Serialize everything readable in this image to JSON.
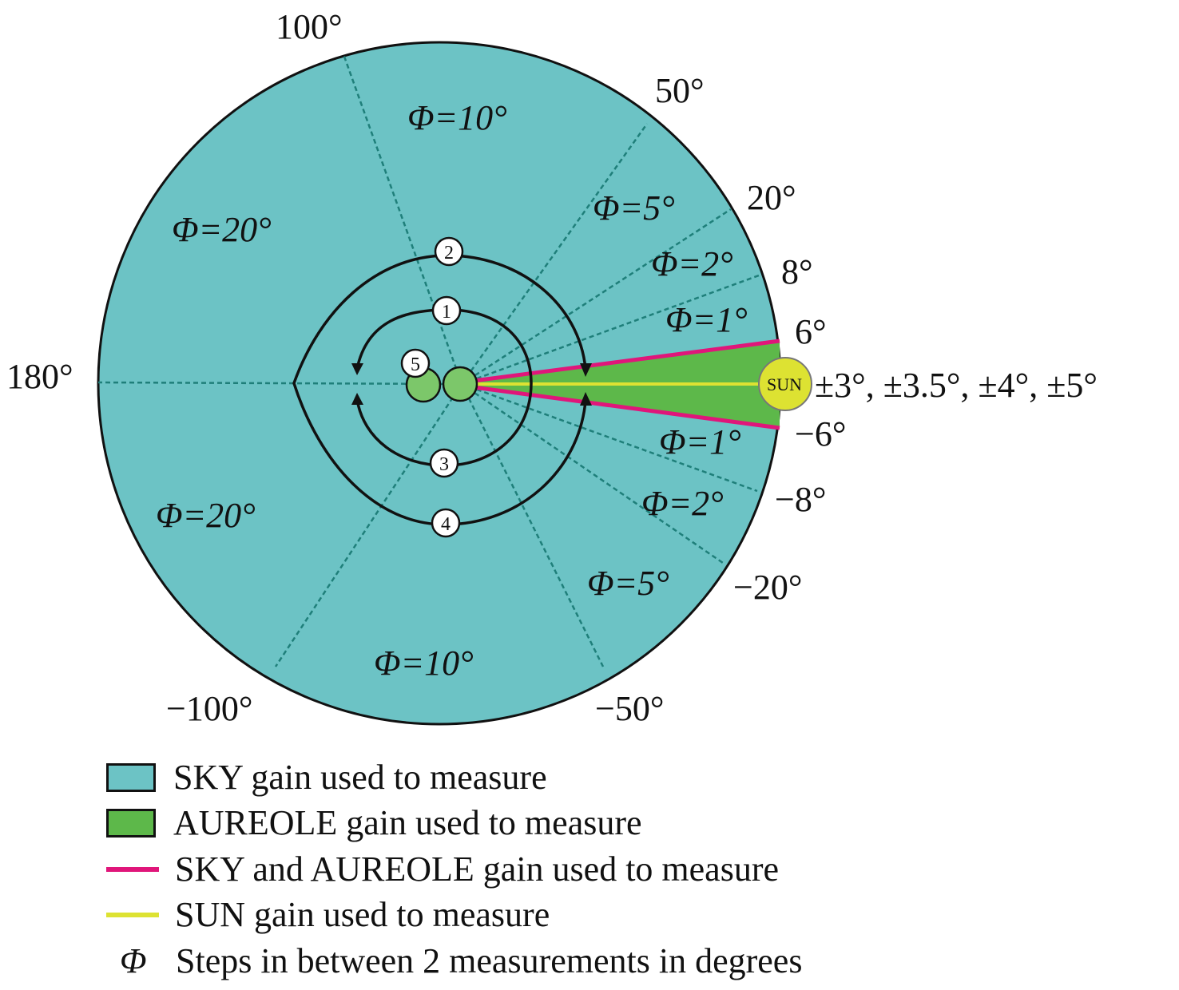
{
  "colors": {
    "sky": "#6cc3c5",
    "aureole": "#5db84a",
    "aureole_light": "#7cc76a",
    "magenta": "#e0167a",
    "sun": "#dde232"
  },
  "angles": {
    "a100": "100°",
    "a50": "50°",
    "a20": "20°",
    "a8": "8°",
    "a6": "6°",
    "a180": "180°",
    "am100": "−100°",
    "am50": "−50°",
    "am20": "−20°",
    "am8": "−8°",
    "am6": "−6°",
    "sun_offsets": "±3°, ±3.5°, ±4°, ±5°"
  },
  "steps": {
    "top10": "Φ=10°",
    "top5": "Φ=5°",
    "top2": "Φ=2°",
    "top1": "Φ=1°",
    "top20": "Φ=20°",
    "bot20": "Φ=20°",
    "bot1": "Φ=1°",
    "bot2": "Φ=2°",
    "bot5": "Φ=5°",
    "bot10": "Φ=10°"
  },
  "sequence": [
    "1",
    "2",
    "3",
    "4",
    "5"
  ],
  "sun_label": "SUN",
  "legend": [
    {
      "label": "SKY gain used to measure"
    },
    {
      "label": "AUREOLE gain used to measure"
    },
    {
      "label": "SKY and AUREOLE gain used to measure"
    },
    {
      "label": "SUN gain used to measure"
    },
    {
      "symbol": "Φ",
      "label": "Steps in between 2 measurements in degrees"
    }
  ]
}
